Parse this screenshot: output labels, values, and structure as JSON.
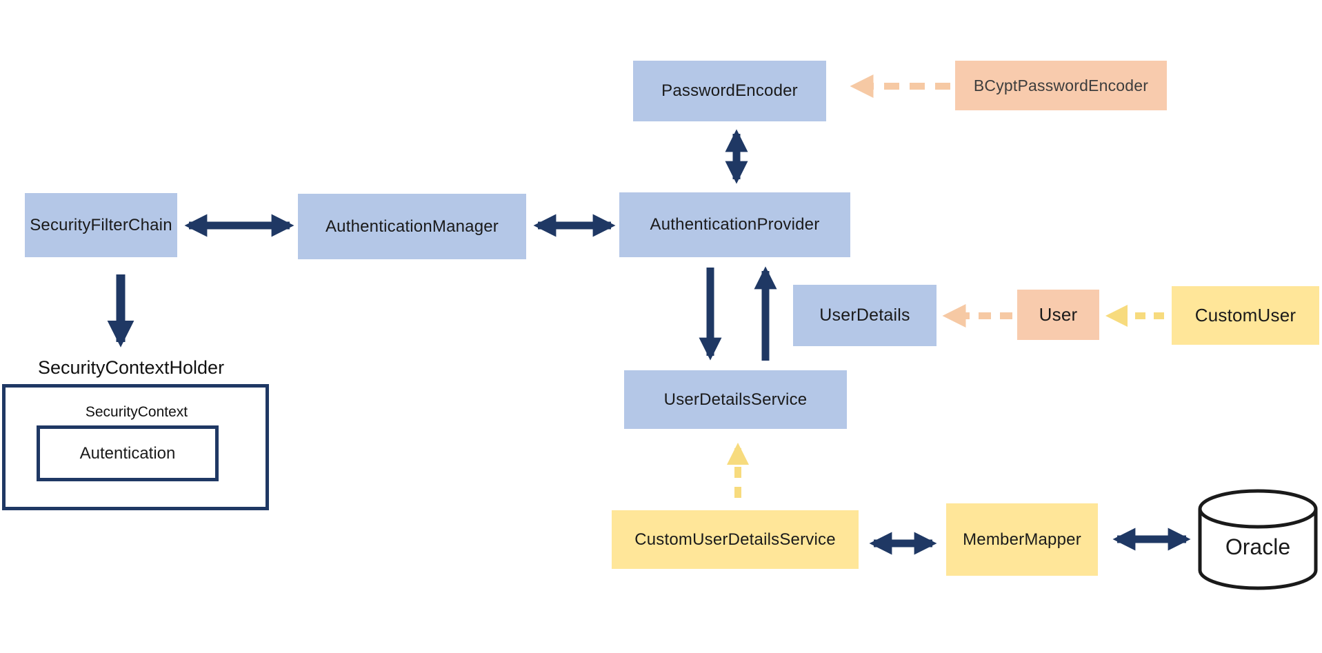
{
  "diagram": {
    "description": "Spring Security authentication architecture diagram",
    "colors": {
      "box_blue": "#B4C7E7",
      "box_peach": "#F8CBAD",
      "box_yellow": "#FFE699",
      "arrow_navy": "#1F3864",
      "arrow_peach_dashed": "#F6C9A4",
      "arrow_yellow_dashed": "#F7DB7E",
      "cylinder_outline": "#1A1A1A",
      "background": "#FFFFFF"
    },
    "nodes": {
      "password_encoder": {
        "label": "PasswordEncoder",
        "shape": "rect",
        "color": "#B4C7E7"
      },
      "bcypt_password_encoder": {
        "label": "BCyptPasswordEncoder",
        "shape": "rect",
        "color": "#F8CBAD"
      },
      "security_filter_chain": {
        "label": "SecurityFilterChain",
        "shape": "rect",
        "color": "#B4C7E7"
      },
      "authentication_manager": {
        "label": "AuthenticationManager",
        "shape": "rect",
        "color": "#B4C7E7"
      },
      "authentication_provider": {
        "label": "AuthenticationProvider",
        "shape": "rect",
        "color": "#B4C7E7"
      },
      "user_details": {
        "label": "UserDetails",
        "shape": "rect",
        "color": "#B4C7E7"
      },
      "user": {
        "label": "User",
        "shape": "rect",
        "color": "#F8CBAD"
      },
      "custom_user": {
        "label": "CustomUser",
        "shape": "rect",
        "color": "#FFE699"
      },
      "user_details_service": {
        "label": "UserDetailsService",
        "shape": "rect",
        "color": "#B4C7E7"
      },
      "security_context_holder": {
        "label": "SecurityContextHolder",
        "shape": "text-label"
      },
      "security_context": {
        "label": "SecurityContext",
        "shape": "outlined-box-label"
      },
      "autentication": {
        "label": "Autentication",
        "shape": "outlined-box"
      },
      "custom_user_details_service": {
        "label": "CustomUserDetailsService",
        "shape": "rect",
        "color": "#FFE699"
      },
      "member_mapper": {
        "label": "MemberMapper",
        "shape": "rect",
        "color": "#FFE699"
      },
      "oracle_db": {
        "label": "Oracle",
        "shape": "database-cylinder"
      }
    },
    "edges": [
      {
        "from": "BCyptPasswordEncoder",
        "to": "PasswordEncoder",
        "style": "dashed",
        "color": "peach",
        "direction": "one-way"
      },
      {
        "from": "PasswordEncoder",
        "to": "AuthenticationProvider",
        "style": "solid",
        "color": "navy",
        "direction": "two-way"
      },
      {
        "from": "SecurityFilterChain",
        "to": "AuthenticationManager",
        "style": "solid",
        "color": "navy",
        "direction": "two-way"
      },
      {
        "from": "AuthenticationManager",
        "to": "AuthenticationProvider",
        "style": "solid",
        "color": "navy",
        "direction": "two-way"
      },
      {
        "from": "SecurityFilterChain",
        "to": "SecurityContextHolder",
        "style": "solid",
        "color": "navy",
        "direction": "one-way"
      },
      {
        "from": "AuthenticationProvider",
        "to": "UserDetailsService",
        "style": "solid",
        "color": "navy",
        "direction": "one-way"
      },
      {
        "from": "UserDetailsService",
        "to": "AuthenticationProvider",
        "style": "solid",
        "color": "navy",
        "direction": "one-way"
      },
      {
        "from": "User",
        "to": "UserDetails",
        "style": "dashed",
        "color": "peach",
        "direction": "one-way"
      },
      {
        "from": "CustomUser",
        "to": "User",
        "style": "dashed",
        "color": "yellow",
        "direction": "one-way"
      },
      {
        "from": "CustomUserDetailsService",
        "to": "UserDetailsService",
        "style": "dashed",
        "color": "yellow",
        "direction": "one-way"
      },
      {
        "from": "CustomUserDetailsService",
        "to": "MemberMapper",
        "style": "solid",
        "color": "navy",
        "direction": "two-way"
      },
      {
        "from": "MemberMapper",
        "to": "Oracle",
        "style": "solid",
        "color": "navy",
        "direction": "two-way"
      }
    ]
  }
}
